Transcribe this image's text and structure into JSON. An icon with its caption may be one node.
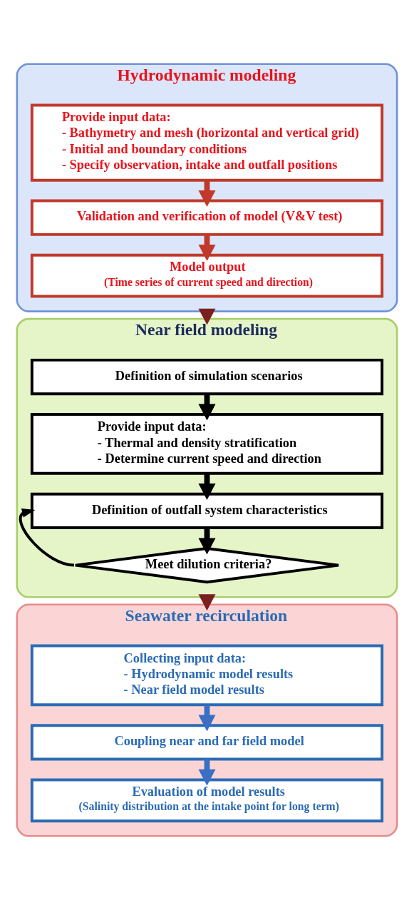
{
  "diagram": {
    "nodes": [
      {
        "text": [
          "Hydrodynamic modeling"
        ]
      },
      {
        "text": [
          "Provide input data:",
          "- Bathymetry and mesh (horizontal and vertical grid)",
          "- Initial and boundary conditions",
          "- Specify observation, intake and outfall positions"
        ],
        "in": 0
      },
      {
        "text": [
          "Validation and verification of model (V&V test)"
        ],
        "in": 0
      },
      {
        "text": [
          "Model output",
          "(Time series of current speed and direction)"
        ],
        "in": 0
      },
      {
        "text": [
          "Near field modeling"
        ]
      },
      {
        "text": [
          "Definition of simulation scenarios"
        ],
        "in": 4
      },
      {
        "text": [
          "Provide input data:",
          "- Thermal and density stratification",
          "- Determine current speed and direction"
        ],
        "in": 4
      },
      {
        "text": [
          "Definition of outfall system characteristics"
        ],
        "in": 4
      },
      {
        "text": [
          "Meet dilution criteria?"
        ],
        "in": 4
      },
      {
        "text": [
          "Seawater recirculation"
        ]
      },
      {
        "text": [
          "Collecting input data:",
          "- Hydrodynamic model results",
          "- Near field model results"
        ],
        "in": 9
      },
      {
        "text": [
          "Coupling near and far field model"
        ],
        "in": 9
      },
      {
        "text": [
          "Evaluation of model results",
          "(Salinity distribution at the intake point for long term)"
        ],
        "in": 9
      }
    ],
    "edges": [
      {
        "from": 1,
        "to": 2,
        "arrow": "to",
        "color": "#c0392b"
      },
      {
        "from": 2,
        "to": 3,
        "arrow": "to",
        "color": "#c0392b"
      },
      {
        "from": 0,
        "to": 4,
        "arrow": "to",
        "color": "#7b1f1f"
      },
      {
        "from": 5,
        "to": 6,
        "arrow": "to"
      },
      {
        "from": 6,
        "to": 7,
        "arrow": "to"
      },
      {
        "from": 7,
        "to": 8,
        "arrow": "to"
      },
      {
        "from": 8,
        "to": 7,
        "arrow": "to"
      },
      {
        "from": 4,
        "to": 9,
        "arrow": "to",
        "color": "#7b1f1f"
      },
      {
        "from": 10,
        "to": 11,
        "arrow": "to",
        "color": "#3a6fc4"
      },
      {
        "from": 11,
        "to": 12,
        "arrow": "to",
        "color": "#3a6fc4"
      }
    ]
  }
}
